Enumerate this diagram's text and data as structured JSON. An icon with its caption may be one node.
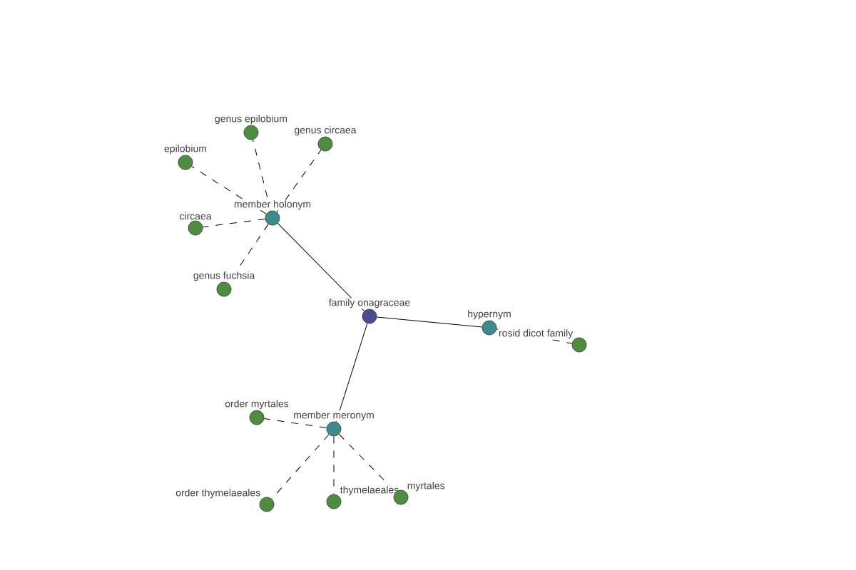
{
  "diagram": {
    "nodes": [
      {
        "text": [
          "family onagraceae"
        ]
      },
      {
        "text": [
          "member holonym"
        ]
      },
      {
        "text": [
          "hypernym"
        ]
      },
      {
        "text": [
          "member meronym"
        ]
      },
      {
        "text": [
          "genus epilobium"
        ]
      },
      {
        "text": [
          "genus circaea"
        ]
      },
      {
        "text": [
          "epilobium"
        ]
      },
      {
        "text": [
          "circaea"
        ]
      },
      {
        "text": [
          "genus fuchsia"
        ]
      },
      {
        "text": [
          "rosid dicot family"
        ]
      },
      {
        "text": [
          "order myrtales"
        ]
      },
      {
        "text": [
          "order thymelaeales"
        ]
      },
      {
        "text": [
          "thymelaeales"
        ]
      },
      {
        "text": [
          "myrtales"
        ]
      }
    ],
    "edges": [
      {
        "from": 0,
        "to": 1,
        "arrow": "none"
      },
      {
        "from": 0,
        "to": 2,
        "arrow": "none"
      },
      {
        "from": 0,
        "to": 3,
        "arrow": "none"
      },
      {
        "from": 1,
        "to": 4,
        "arrow": "none",
        "style": "dashed"
      },
      {
        "from": 1,
        "to": 5,
        "arrow": "none",
        "style": "dashed"
      },
      {
        "from": 1,
        "to": 6,
        "arrow": "none",
        "style": "dashed"
      },
      {
        "from": 1,
        "to": 7,
        "arrow": "none",
        "style": "dashed"
      },
      {
        "from": 1,
        "to": 8,
        "arrow": "none",
        "style": "dashed"
      },
      {
        "from": 2,
        "to": 9,
        "arrow": "none",
        "style": "dashed"
      },
      {
        "from": 3,
        "to": 10,
        "arrow": "none",
        "style": "dashed"
      },
      {
        "from": 3,
        "to": 11,
        "arrow": "none",
        "style": "dashed"
      },
      {
        "from": 3,
        "to": 12,
        "arrow": "none",
        "style": "dashed"
      },
      {
        "from": 3,
        "to": 13,
        "arrow": "none",
        "style": "dashed"
      }
    ]
  }
}
